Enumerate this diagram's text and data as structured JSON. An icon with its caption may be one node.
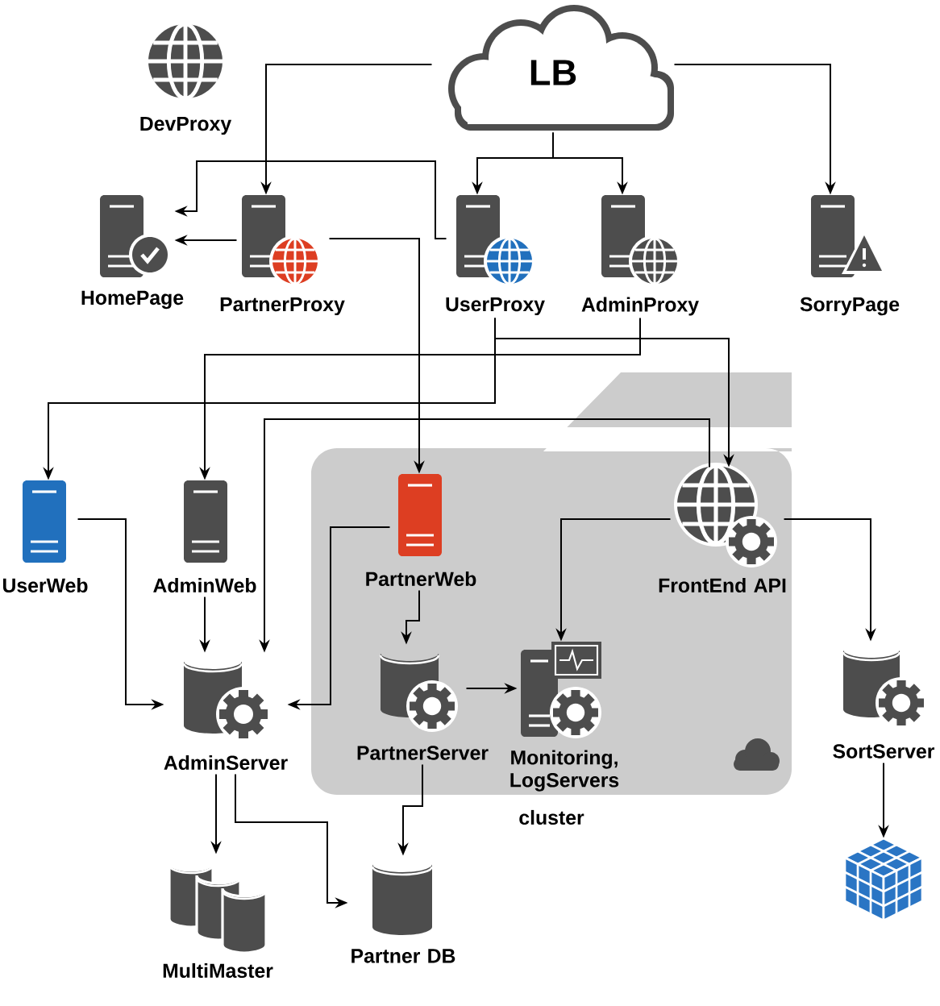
{
  "diagram": {
    "nodes": [
      {
        "text": [
          "LB"
        ]
      },
      {
        "text": [
          "DevProxy"
        ]
      },
      {
        "text": [
          "HomePage"
        ]
      },
      {
        "text": [
          "PartnerProxy"
        ]
      },
      {
        "text": [
          "UserProxy"
        ]
      },
      {
        "text": [
          "AdminProxy"
        ]
      },
      {
        "text": [
          "SorryPage"
        ]
      },
      {
        "text": [
          "cluster"
        ]
      },
      {
        "text": [
          "UserWeb"
        ]
      },
      {
        "text": [
          "AdminWeb"
        ]
      },
      {
        "text": [
          "PartnerWeb"
        ],
        "in": 7
      },
      {
        "text": [
          "FrontEnd API"
        ],
        "in": 7
      },
      {
        "text": [
          "AdminServer"
        ]
      },
      {
        "text": [
          "PartnerServer"
        ],
        "in": 7
      },
      {
        "text": [
          "Monitoring, LogServers"
        ],
        "in": 7
      },
      {
        "text": [
          "SortServer"
        ]
      },
      {
        "text": [
          "Partner DB"
        ]
      },
      {
        "text": [
          "MultiMaster"
        ]
      },
      {
        "text": [],
        "shape": "cube"
      }
    ],
    "edges": [
      {
        "from": 0,
        "to": 3,
        "arrow": "to"
      },
      {
        "from": 0,
        "to": 4,
        "arrow": "to"
      },
      {
        "from": 0,
        "to": 5,
        "arrow": "to"
      },
      {
        "from": 0,
        "to": 6,
        "arrow": "to"
      },
      {
        "from": 4,
        "to": 2,
        "arrow": "to"
      },
      {
        "from": 3,
        "to": 2,
        "arrow": "to"
      },
      {
        "from": 3,
        "to": 10,
        "arrow": "to"
      },
      {
        "from": 4,
        "to": 11,
        "arrow": "to"
      },
      {
        "from": 4,
        "to": 8,
        "arrow": "to"
      },
      {
        "from": 5,
        "to": 9,
        "arrow": "to"
      },
      {
        "from": 11,
        "to": 12,
        "arrow": "to"
      },
      {
        "from": 11,
        "to": 14,
        "arrow": "to"
      },
      {
        "from": 11,
        "to": 15,
        "arrow": "to"
      },
      {
        "from": 8,
        "to": 12,
        "arrow": "to"
      },
      {
        "from": 9,
        "to": 12,
        "arrow": "to"
      },
      {
        "from": 10,
        "to": 12,
        "arrow": "to"
      },
      {
        "from": 10,
        "to": 13,
        "arrow": "to"
      },
      {
        "from": 13,
        "to": 14,
        "arrow": "to"
      },
      {
        "from": 13,
        "to": 16,
        "arrow": "to"
      },
      {
        "from": 12,
        "to": 17,
        "arrow": "to"
      },
      {
        "from": 12,
        "to": 16,
        "arrow": "to"
      },
      {
        "from": 15,
        "to": 18,
        "arrow": "to"
      }
    ]
  }
}
